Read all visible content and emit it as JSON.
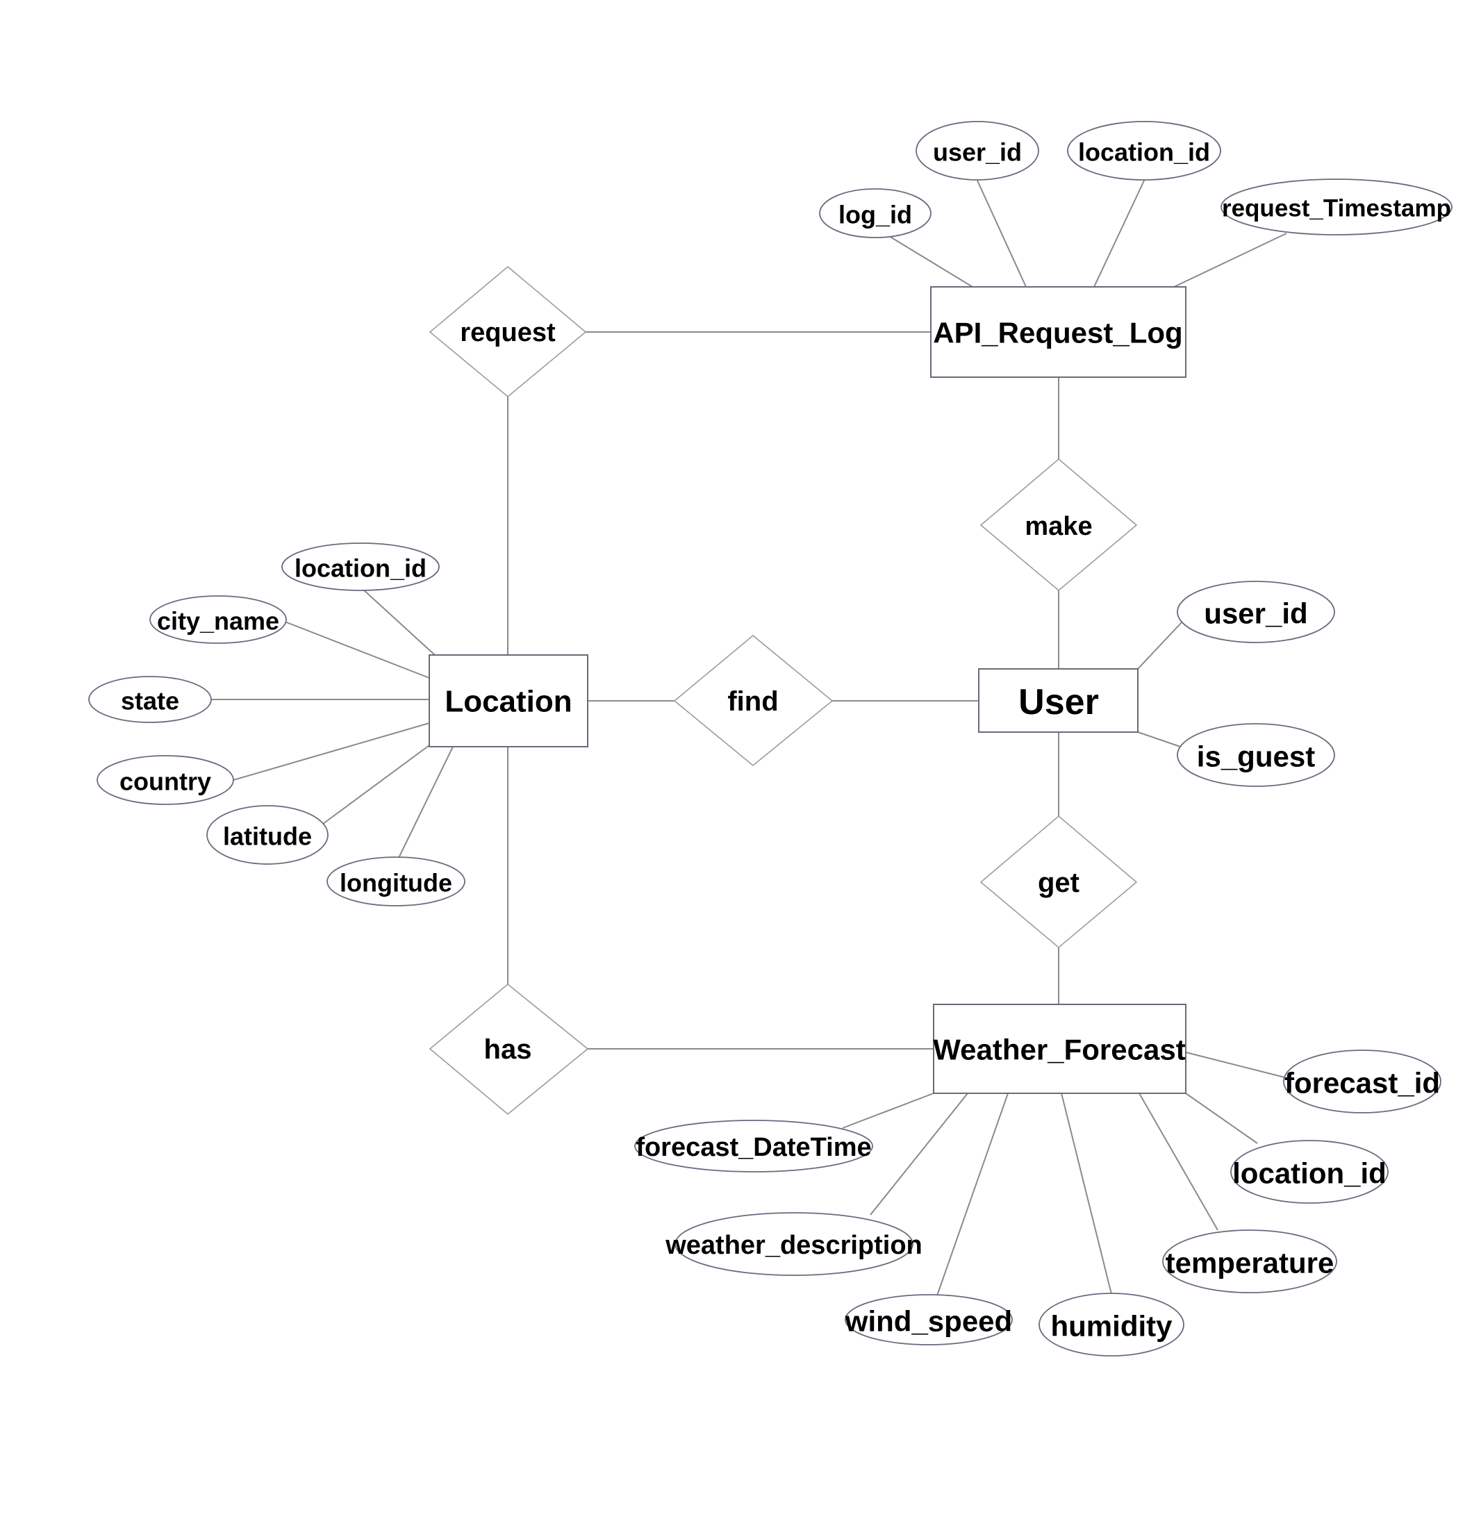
{
  "entities": {
    "api_request_log": "API_Request_Log",
    "location": "Location",
    "user": "User",
    "weather_forecast": "Weather_Forecast"
  },
  "relationships": {
    "request": "request",
    "make": "make",
    "find": "find",
    "get": "get",
    "has": "has"
  },
  "attributes": {
    "api_request_log": [
      "log_id",
      "user_id",
      "location_id",
      "request_Timestamp"
    ],
    "location": [
      "location_id",
      "city_name",
      "state",
      "country",
      "latitude",
      "longitude"
    ],
    "user": [
      "user_id",
      "is_guest"
    ],
    "weather_forecast": [
      "forecast_id",
      "location_id",
      "temperature",
      "humidity",
      "wind_speed",
      "weather_description",
      "forecast_DateTime"
    ]
  }
}
